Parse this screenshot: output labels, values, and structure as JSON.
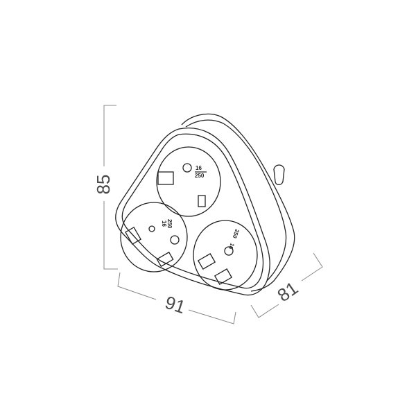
{
  "dimensions": {
    "height": "85",
    "width": "91",
    "depth": "81"
  },
  "socket_rating": {
    "current": "16",
    "voltage": "250"
  },
  "colors": {
    "line": "#222222",
    "dimension_line": "#888888"
  }
}
